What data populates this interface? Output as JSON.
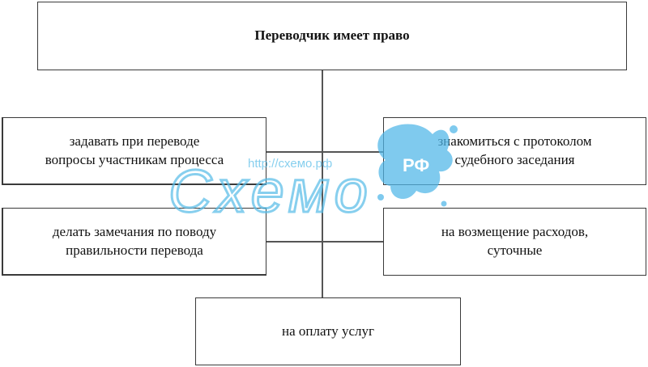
{
  "root": {
    "title": "Переводчик имеет право"
  },
  "left": [
    {
      "line1": "задавать при переводе",
      "line2": "вопросы участникам процесса"
    },
    {
      "line1": "делать замечания по поводу",
      "line2": "правильности перевода"
    }
  ],
  "right": [
    {
      "line1": "знакомиться с протоколом",
      "line2": "судебного заседания"
    },
    {
      "line1": "на возмещение расходов,",
      "line2": "суточные"
    }
  ],
  "bottom": {
    "label": "на оплату услуг"
  },
  "watermark": {
    "url": "http://схемо.рф",
    "logo": "Схемо",
    "badge": "РФ"
  }
}
